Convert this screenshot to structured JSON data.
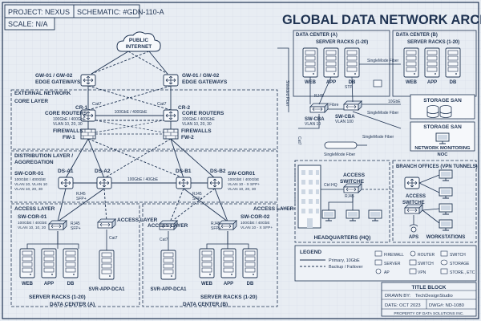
{
  "header": {
    "project_label": "PROJECT: NEXUS",
    "schematic_label": "SCHEMATIC: #GDN-110-A",
    "scale_label": "SCALE: N/A",
    "main_title": "GLOBAL DATA NETWORK ARCHITECTURE"
  },
  "internet": {
    "label_1": "PUBLIC",
    "label_2": "INTERNET"
  },
  "gateways": {
    "label_left_1": "GW-01 / GW-02",
    "label_left_2": "EDGE GATEWAYS",
    "label_right_1": "GW-01 / GW-02",
    "label_right_2": "EDGE GATEWAYS"
  },
  "zones": {
    "external_network": "EXTERNAL NETWORK",
    "core_layer": "CORE LAYER",
    "distribution_layer_1": "DISTRIBUTION LAYER /",
    "distribution_layer_2": "AGGREGATION",
    "access_layer_left": "ACCESS LAYER",
    "access_layer_right": "ACCESS LAYER"
  },
  "core": {
    "cr1": "CR-1",
    "cr2": "CR-2",
    "routers_left_1": "CORE ROUTERS",
    "routers_left_2": "100GbE / 400GbE",
    "routers_left_3": "VLAN 10, 20, 30",
    "routers_right_1": "CORE ROUTERS",
    "routers_right_2": "100GbE / 400GbE",
    "routers_right_3": "VLAN 10, 20, 30",
    "firewalls_left_1": "FIREWALLS",
    "firewalls_left_2": "FW-1",
    "firewalls_right_1": "FIREWALLS",
    "firewalls_right_2": "FW-2",
    "link_label": "100GbE / 400GbE",
    "cat7_left": "Cat7",
    "cat7_right": "Cat7"
  },
  "distribution": {
    "sw_cor_left": "SW-COR-01",
    "sw_cor_left_spec_1": "100GbE / 400GbE",
    "sw_cor_left_spec_2": "VLAN 10, VLAN 10",
    "sw_cor_left_spec_3": "VLAN 10, 20, 30",
    "sw_cor_right": "SW-COR01",
    "sw_cor_right_spec_1": "100GbE / 400GbE",
    "sw_cor_right_spec_2": "VLAN 10 - X SFP+",
    "sw_cor_right_spec_3": "VLAN 10, 20, 30",
    "ds_a1": "DS-A1",
    "ds_a2": "DS-A2",
    "ds_b1": "DS-B1",
    "ds_b2": "DS-B2",
    "mid_link": "100GbE / 40GbE",
    "rj45": "RJ45",
    "sfp": "SFP+"
  },
  "access": {
    "sw_cor_left": "SW-COR-01",
    "sw_cor_left_spec_1": "100GbE / 40GbE",
    "sw_cor_left_spec_2": "VLAN 10, 10, 20",
    "sw_cor_right": "SW-COR-02",
    "sw_cor_right_spec_1": "100GbE / 40GbE",
    "sw_cor_right_spec_2": "VLAN 10 - X SFP+",
    "access_layer_left": "ACCESS LAYER",
    "access_layer_right": "ACCESS LAYER",
    "svr_left": "SVR-APP-DCA1",
    "svr_right": "SVR-APP-DCA1",
    "cat7": "Cat7"
  },
  "bottom_left": {
    "racks_a": "SERVER RACKS (1-20)",
    "dc_a": "DATA CENTER (A)",
    "racks_b": "SERVER RACKS (1-20)",
    "dc_b": "DATA CENTER (B)",
    "web": "WEB",
    "app": "APP",
    "db": "DB"
  },
  "right_top": {
    "dc_a": "DATA CENTER (A)",
    "dc_b": "DATA CENTER (B)",
    "racks_a": "SERVER RACKS (1-20)",
    "racks_b": "SERVER RACKS (1-20)",
    "web": "WEB",
    "app": "APP",
    "db": "DB",
    "sm_fiber_1": "SingleMode Fiber",
    "sm_fiber_2": "SingleMode Fiber",
    "sm_fiber_3": "SingleMode Fiber",
    "storage_1": "STORAGE SAN",
    "storage_2": "STORAGE SAN",
    "noc_1": "NETWORK MONITORING",
    "noc_2": "NOC",
    "sw_cba_left": "SW-CBA",
    "sw_cba_left_spec": "VLAN 10",
    "sw_cba_right": "SW-CBA",
    "sw_cba_right_spec": "VLAN 100",
    "fibre": "Fibre",
    "gbe10": "10GbE",
    "stp": "STP",
    "cat7": "Cat7",
    "shielded_fiber": "Shielded Fiber"
  },
  "hq": {
    "title": "HEADQUARTERS (HQ)",
    "access_switche_1": "ACCESS",
    "access_switche_2": "SWITCHE",
    "ctrl_hq": "Ctrl HQ",
    "rj45": "RJ45"
  },
  "branch": {
    "title": "BRANCH OFFICES (VPN TUNNELS)",
    "access_1": "ACCESS",
    "access_2": "SWITCHE",
    "aps": "APS",
    "workstations": "WORKSTATIONS"
  },
  "legend": {
    "title": "LEGEND",
    "primary": "Primary, 10GbE",
    "backup": "Backup / Failover",
    "firewall": "FIREWALL",
    "router": "ROUTER",
    "switch1": "SWITCH",
    "server": "SERVER",
    "switch2": "SWITCH",
    "storage": "STORAGE",
    "ap": "AP",
    "vpn": "VPN",
    "store": "STORE., ETC"
  },
  "title_block": {
    "title": "TITLE BLOCK",
    "drawn_by": "DRAWN BY:",
    "drawn_by_value": "TechDesignStudio",
    "date": "DATE:",
    "date_value": "OCT 2023",
    "dwg": "DWG#: ND-1080",
    "property": "PROPERTY OF DATA SOLUTIONS INC."
  }
}
